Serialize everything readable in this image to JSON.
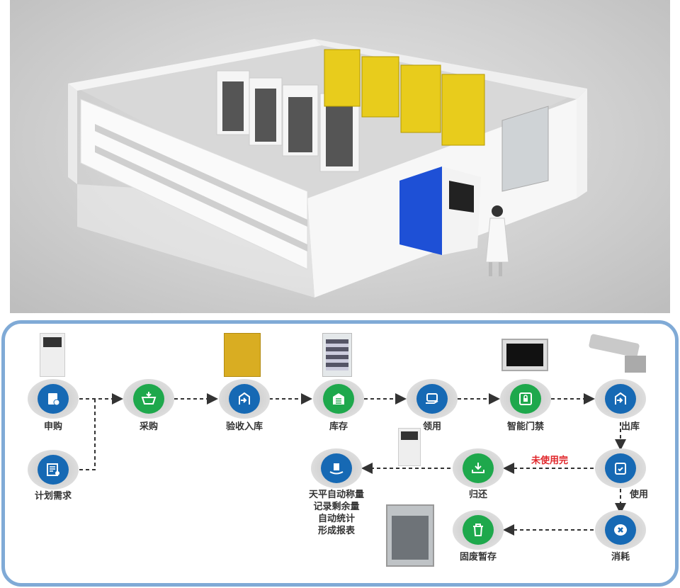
{
  "nodes": {
    "apply": "申购",
    "purchase": "采购",
    "inspect_store": "验收入库",
    "inventory": "库存",
    "receive": "领用",
    "access_control": "智能门禁",
    "outbound": "出库",
    "plan_demand": "计划需求",
    "balance": [
      "天平自动称量",
      "记录剩余量",
      "自动统计",
      "形成报表"
    ],
    "return": "归还",
    "use": "使用",
    "consume": "消耗",
    "solid_waste": "固废暂存"
  },
  "edge_labels": {
    "unused": "未使用完"
  },
  "colors": {
    "blue": "#1669b4",
    "green": "#1ea84c",
    "border": "#80aad6",
    "red": "#e0262a"
  }
}
